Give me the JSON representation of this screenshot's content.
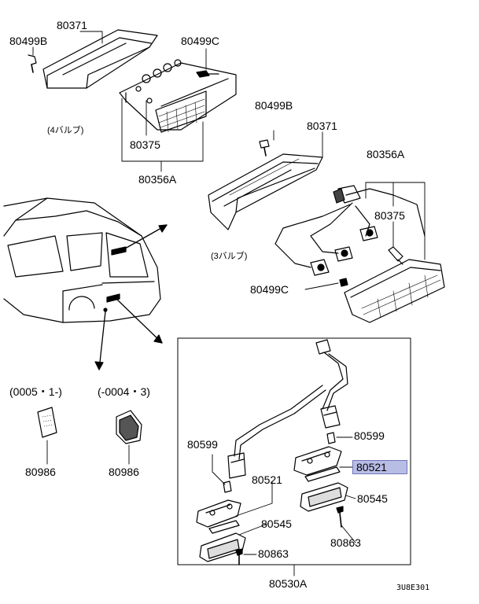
{
  "labels": {
    "p80371_top": "80371",
    "p80499B_top": "80499B",
    "p80499C_top": "80499C",
    "bulb4": "(4バルブ)",
    "p80375_top": "80375",
    "p80356A_top": "80356A",
    "p80499B_mid": "80499B",
    "p80371_mid": "80371",
    "p80356A_right": "80356A",
    "p80375_right": "80375",
    "bulb3": "(3バルブ)",
    "p80499C_mid": "80499C",
    "date_from": "(0005・1-)",
    "date_to": "(-0004・3)",
    "p80986_left": "80986",
    "p80986_right": "80986",
    "p80599_left": "80599",
    "p80599_right": "80599",
    "p80521_left": "80521",
    "p80521_right": "80521",
    "p80545_right": "80545",
    "p80545_left": "80545",
    "p80863_right": "80863",
    "p80863_left": "80863",
    "p80530A": "80530A",
    "diagram_code": "3U8E301"
  },
  "highlight_color": "#b8bde6"
}
